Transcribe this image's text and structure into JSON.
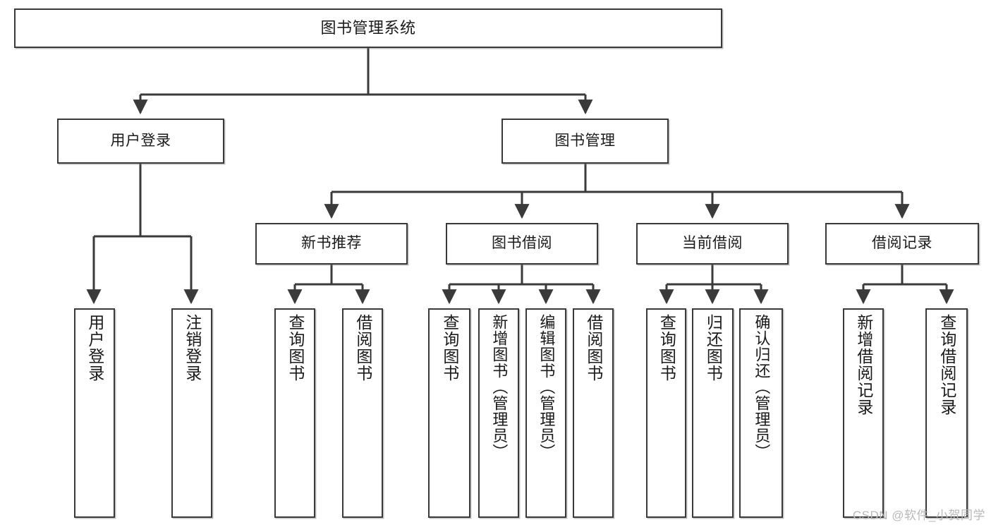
{
  "diagram": {
    "title": "图书管理系统",
    "watermark": "CSDN @软件_小贺同学",
    "line_color": "#3a3a3a",
    "box_border_color": "#3a3a3a",
    "box_fill_color": "#ffffff",
    "text_color": "#1a1a1a",
    "watermark_color": "#b9b9b9"
  },
  "nodes": {
    "root": {
      "label": "图书管理系统"
    },
    "level2": [
      {
        "label": "用户登录"
      },
      {
        "label": "图书管理"
      }
    ],
    "level3": [
      {
        "label": "新书推荐"
      },
      {
        "label": "图书借阅"
      },
      {
        "label": "当前借阅"
      },
      {
        "label": "借阅记录"
      }
    ],
    "leaves_user_login": [
      {
        "label": "用户登录"
      },
      {
        "label": "注销登录"
      }
    ],
    "leaves_new_book": [
      {
        "label": "查询图书"
      },
      {
        "label": "借阅图书"
      }
    ],
    "leaves_borrow": [
      {
        "label": "查询图书"
      },
      {
        "label": "新增图书（管理员）"
      },
      {
        "label": "编辑图书（管理员）"
      },
      {
        "label": "借阅图书"
      }
    ],
    "leaves_current": [
      {
        "label": "查询图书"
      },
      {
        "label": "归还图书"
      },
      {
        "label": "确认归还（管理员）"
      }
    ],
    "leaves_records": [
      {
        "label": "新增借阅记录"
      },
      {
        "label": "查询借阅记录"
      }
    ]
  }
}
